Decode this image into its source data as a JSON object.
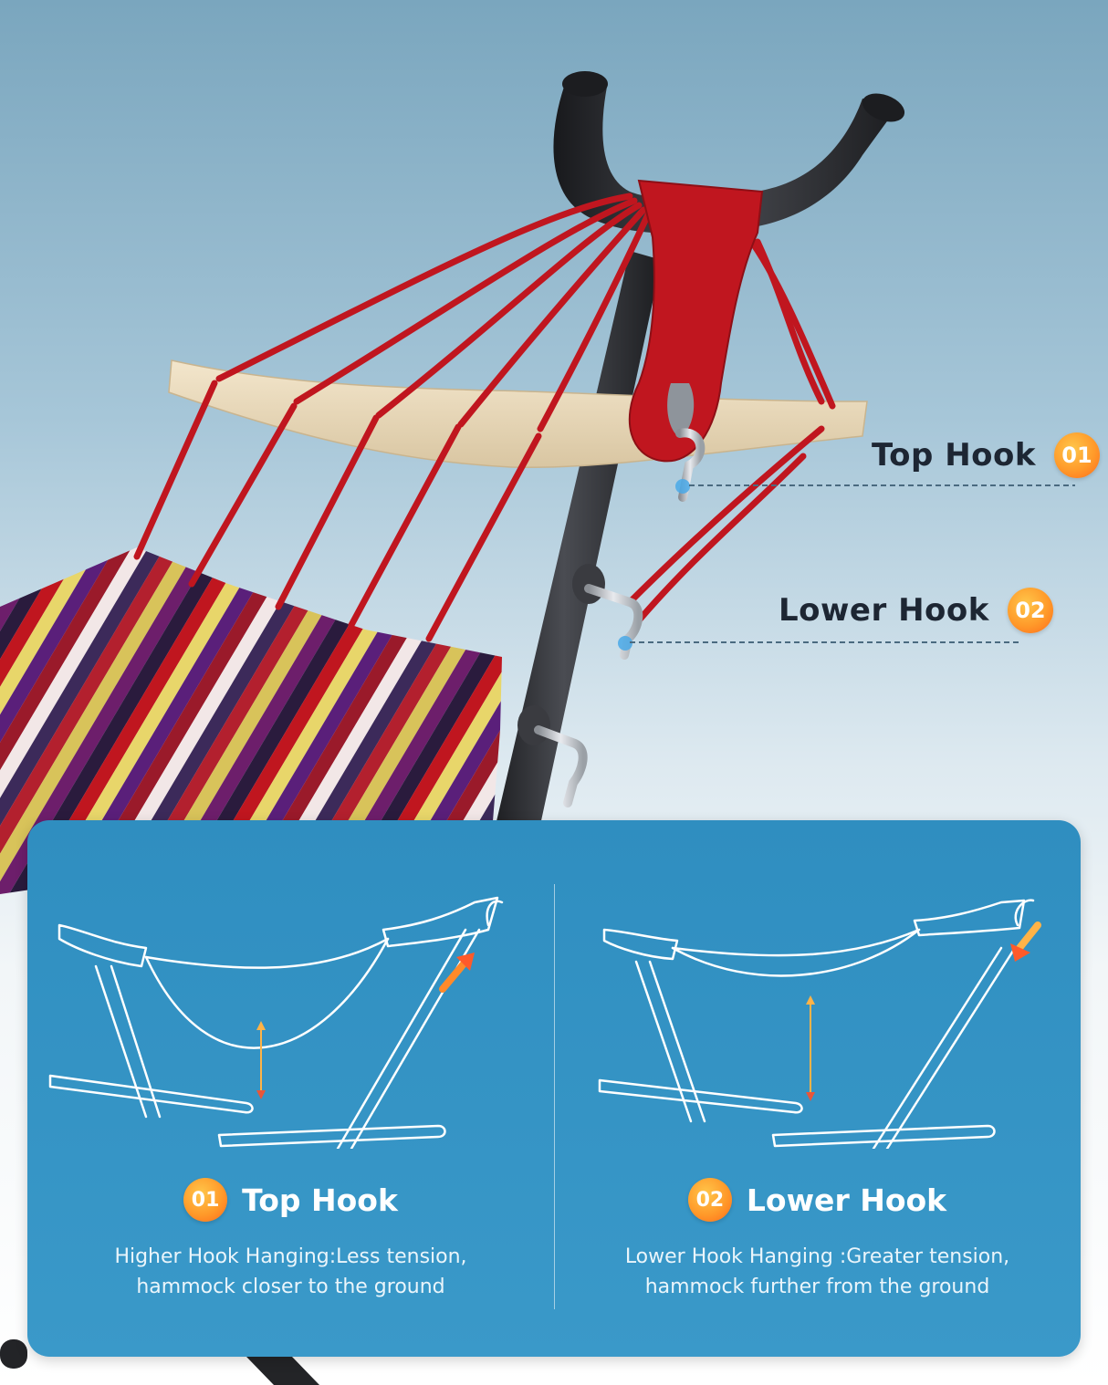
{
  "callouts": [
    {
      "label": "Top Hook",
      "number": "01"
    },
    {
      "label": "Lower Hook",
      "number": "02"
    }
  ],
  "options": [
    {
      "number": "01",
      "title": "Top Hook",
      "description_line1": "Higher Hook Hanging:Less tension,",
      "description_line2": "hammock closer to the ground"
    },
    {
      "number": "02",
      "title": "Lower Hook",
      "description_line1": "Lower Hook Hanging :Greater tension,",
      "description_line2": "hammock further from the ground"
    }
  ],
  "colors": {
    "panel": "#3a99c9",
    "badge": "#ff9a2a",
    "rope": "#c0161f",
    "stand": "#2b2c30",
    "spreader_bar": "#eedfc4",
    "arrow": "#ff8a2a"
  }
}
